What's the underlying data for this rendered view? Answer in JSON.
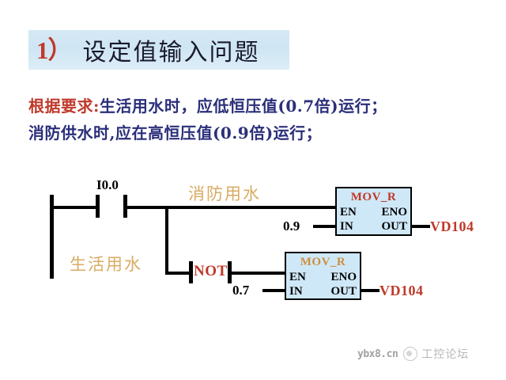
{
  "slide": {
    "title": {
      "number": "1）",
      "text": "设定值输入问题"
    },
    "requirement": {
      "prefix": "根据要求:",
      "line1": "生活用水时，应低恒压值(0.7倍)运行；",
      "line2": "消防供水时,应在高恒压值(0.9倍)运行；"
    },
    "ladder": {
      "contact_label": "I0.0",
      "branch_top_label": "消防用水",
      "branch_bottom_label": "生活用水",
      "not_label": "NOT",
      "blocks": [
        {
          "name": "MOV_R",
          "pin_en": "EN",
          "pin_eno": "ENO",
          "pin_in": "IN",
          "pin_out": "OUT",
          "input_value": "0.9",
          "output_label": "VD104",
          "title_color": "#c0392b"
        },
        {
          "name": "MOV_R",
          "pin_en": "EN",
          "pin_eno": "ENO",
          "pin_in": "IN",
          "pin_out": "OUT",
          "input_value": "0.7",
          "output_label": "VD104",
          "title_color": "#cc8f3f"
        }
      ]
    },
    "watermark": {
      "url": "ybx8.cn",
      "forum": "工控论坛"
    },
    "colors": {
      "title_accent": "#c0392b",
      "title_text": "#1a1a2e",
      "banner_bg": "#d6e9f5",
      "requirement_red": "#c0392b",
      "requirement_blue": "#2b2f7a",
      "branch_label": "#d9ab63",
      "block_fill": "#cfe8f7",
      "wire": "#000000"
    }
  }
}
